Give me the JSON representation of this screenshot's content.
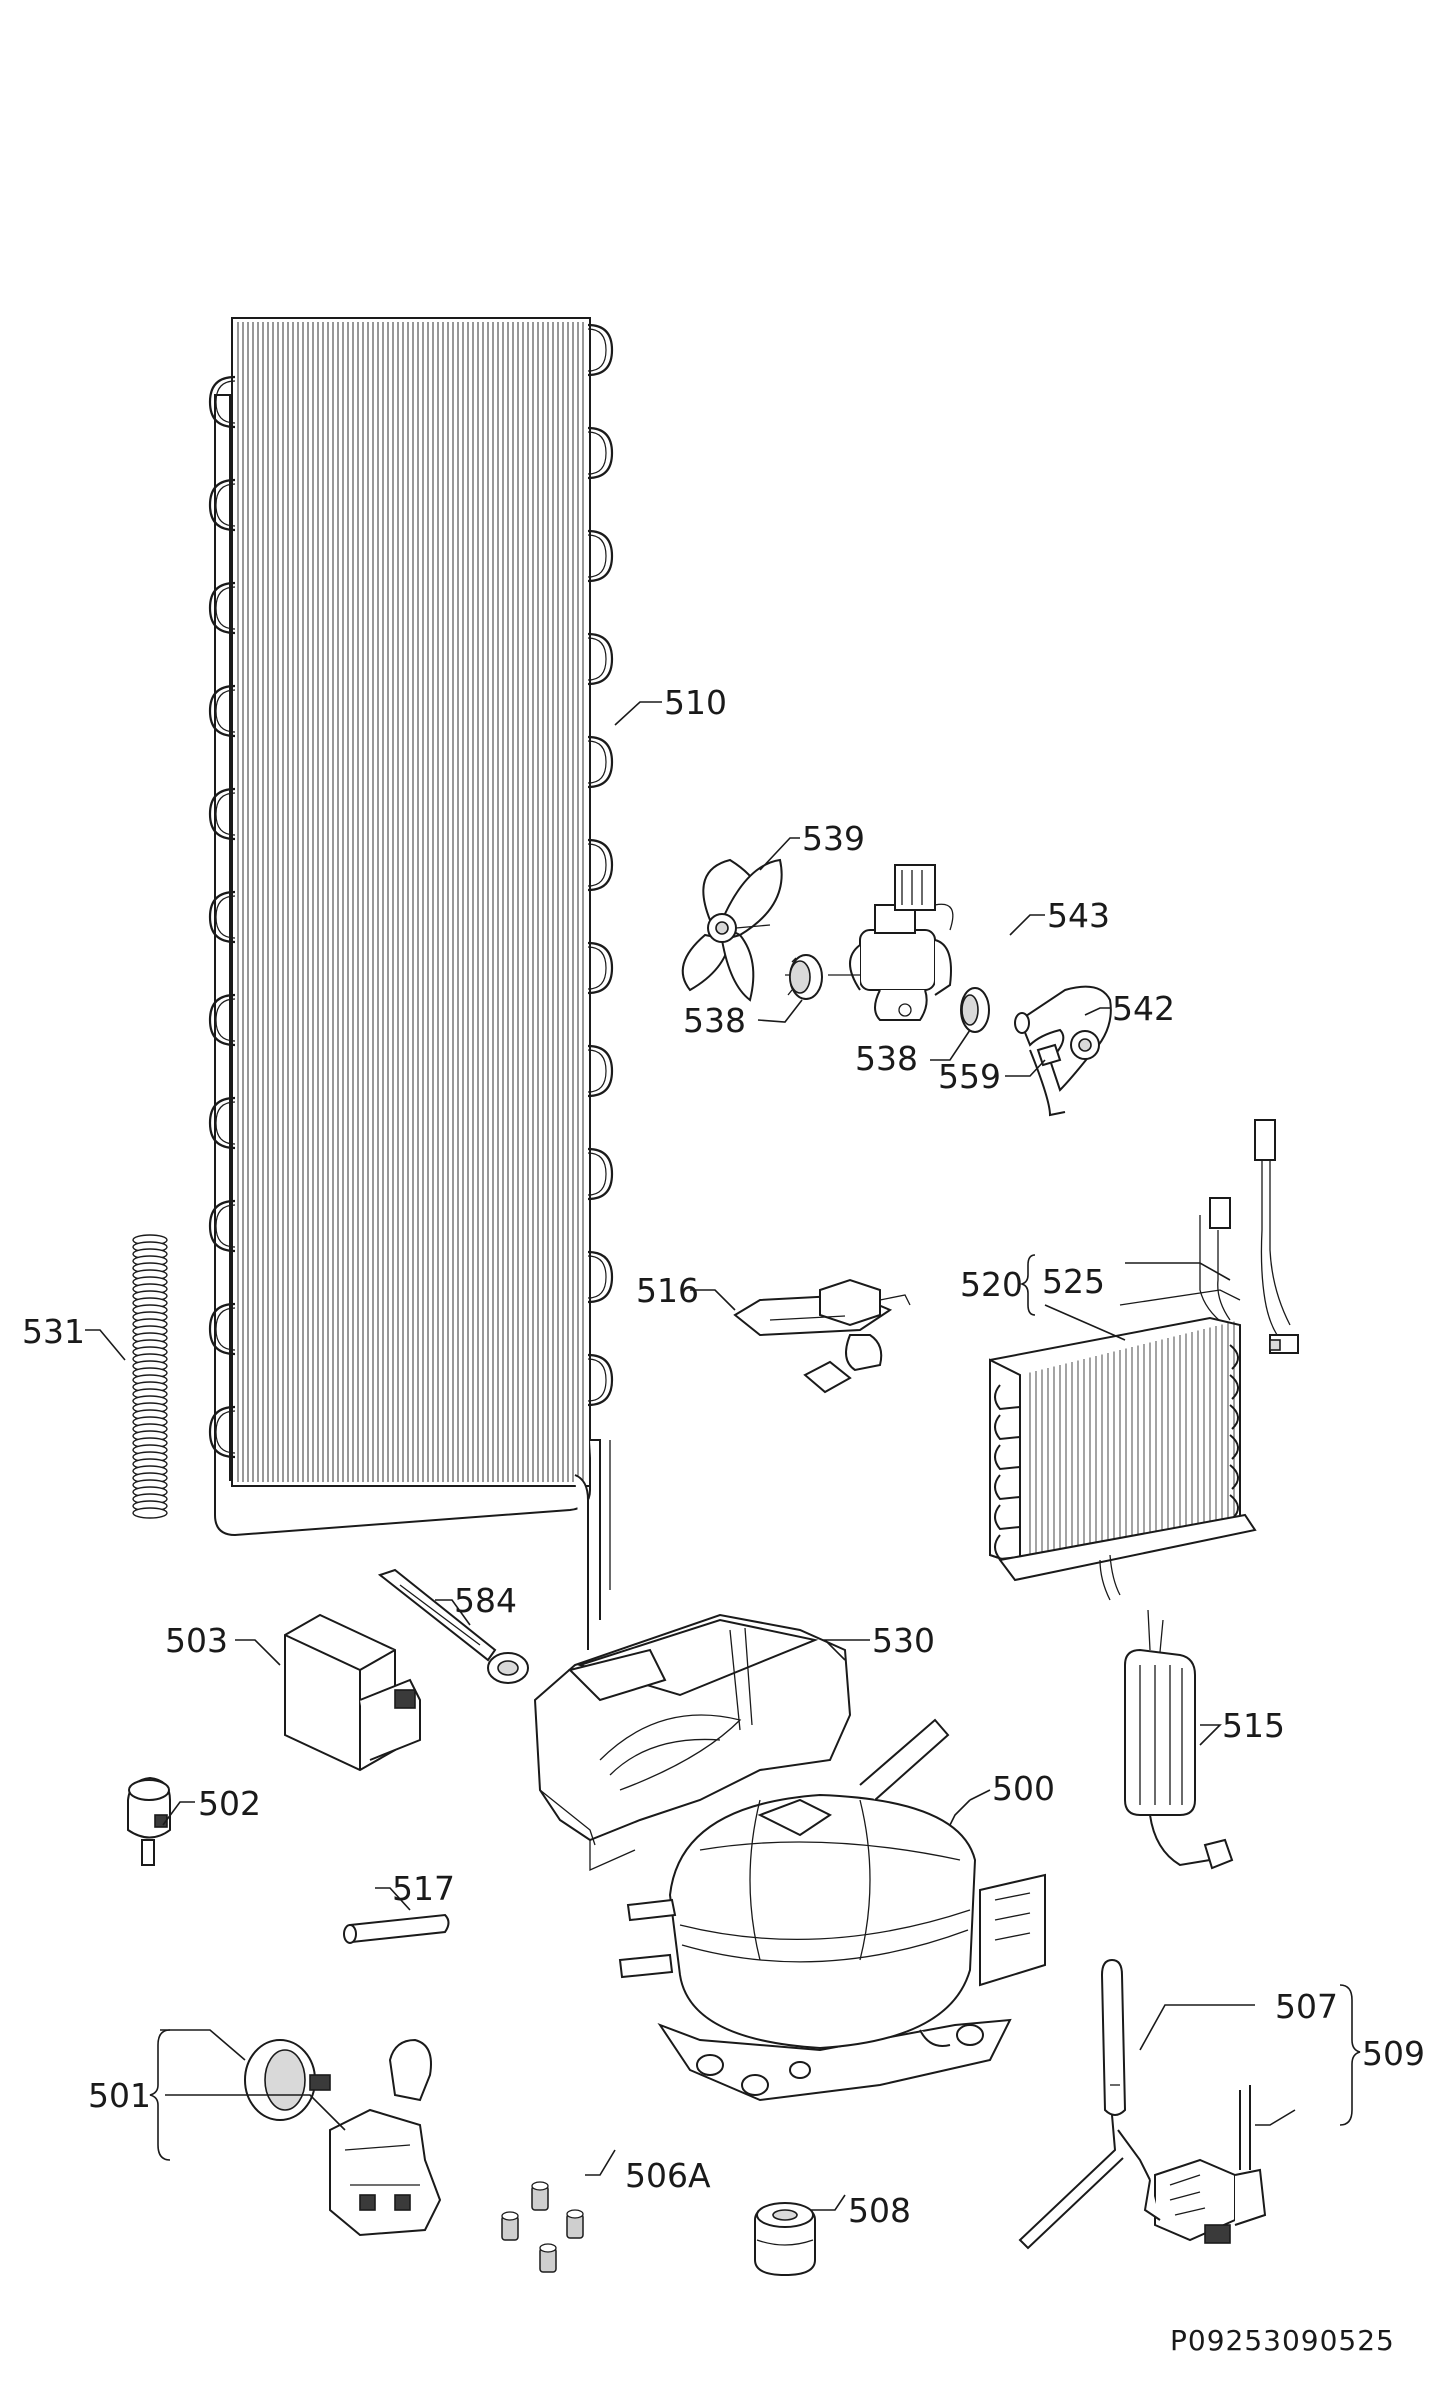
{
  "parts": [
    {
      "id": "p500",
      "label": "500"
    },
    {
      "id": "p501",
      "label": "501"
    },
    {
      "id": "p502",
      "label": "502"
    },
    {
      "id": "p503",
      "label": "503"
    },
    {
      "id": "p506a",
      "label": "506A"
    },
    {
      "id": "p507",
      "label": "507"
    },
    {
      "id": "p508",
      "label": "508"
    },
    {
      "id": "p509",
      "label": "509"
    },
    {
      "id": "p510",
      "label": "510"
    },
    {
      "id": "p515",
      "label": "515"
    },
    {
      "id": "p516",
      "label": "516"
    },
    {
      "id": "p517",
      "label": "517"
    },
    {
      "id": "p520",
      "label": "520"
    },
    {
      "id": "p525",
      "label": "525"
    },
    {
      "id": "p530",
      "label": "530"
    },
    {
      "id": "p531",
      "label": "531"
    },
    {
      "id": "p538a",
      "label": "538"
    },
    {
      "id": "p538b",
      "label": "538"
    },
    {
      "id": "p539",
      "label": "539"
    },
    {
      "id": "p542",
      "label": "542"
    },
    {
      "id": "p543",
      "label": "543"
    },
    {
      "id": "p559",
      "label": "559"
    },
    {
      "id": "p584",
      "label": "584"
    }
  ],
  "diagram_code": "P09253090525"
}
